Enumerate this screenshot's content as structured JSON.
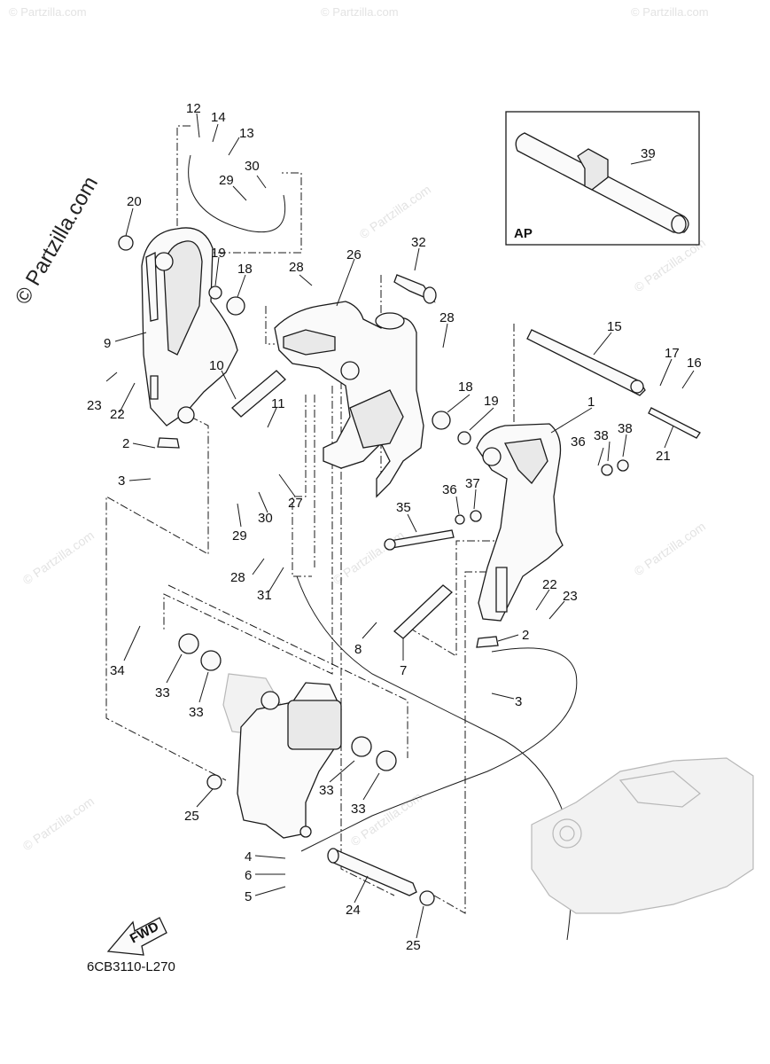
{
  "watermark": {
    "text": "© Partzilla.com",
    "large_text": "© Partzilla.com"
  },
  "diagram": {
    "code": "6CB3110-L270",
    "inset_label": "AP",
    "fwd_label": "FWD"
  },
  "callouts": [
    {
      "id": "c12",
      "num": "12"
    },
    {
      "id": "c14",
      "num": "14"
    },
    {
      "id": "c13",
      "num": "13"
    },
    {
      "id": "c30a",
      "num": "30"
    },
    {
      "id": "c29a",
      "num": "29"
    },
    {
      "id": "c20",
      "num": "20"
    },
    {
      "id": "c19a",
      "num": "19"
    },
    {
      "id": "c18a",
      "num": "18"
    },
    {
      "id": "c28a",
      "num": "28"
    },
    {
      "id": "c26",
      "num": "26"
    },
    {
      "id": "c32",
      "num": "32"
    },
    {
      "id": "c28b",
      "num": "28"
    },
    {
      "id": "c9",
      "num": "9"
    },
    {
      "id": "c10",
      "num": "10"
    },
    {
      "id": "c23a",
      "num": "23"
    },
    {
      "id": "c22a",
      "num": "22"
    },
    {
      "id": "c11",
      "num": "11"
    },
    {
      "id": "c2a",
      "num": "2"
    },
    {
      "id": "c3a",
      "num": "3"
    },
    {
      "id": "c15",
      "num": "15"
    },
    {
      "id": "c17",
      "num": "17"
    },
    {
      "id": "c16",
      "num": "16"
    },
    {
      "id": "c1",
      "num": "1"
    },
    {
      "id": "c18b",
      "num": "18"
    },
    {
      "id": "c19b",
      "num": "19"
    },
    {
      "id": "c36a",
      "num": "36"
    },
    {
      "id": "c38a",
      "num": "38"
    },
    {
      "id": "c38b",
      "num": "38"
    },
    {
      "id": "c21",
      "num": "21"
    },
    {
      "id": "c27",
      "num": "27"
    },
    {
      "id": "c30b",
      "num": "30"
    },
    {
      "id": "c29b",
      "num": "29"
    },
    {
      "id": "c36b",
      "num": "36"
    },
    {
      "id": "c37",
      "num": "37"
    },
    {
      "id": "c35",
      "num": "35"
    },
    {
      "id": "c28c",
      "num": "28"
    },
    {
      "id": "c31",
      "num": "31"
    },
    {
      "id": "c22b",
      "num": "22"
    },
    {
      "id": "c23b",
      "num": "23"
    },
    {
      "id": "c8",
      "num": "8"
    },
    {
      "id": "c7",
      "num": "7"
    },
    {
      "id": "c2b",
      "num": "2"
    },
    {
      "id": "c3b",
      "num": "3"
    },
    {
      "id": "c34",
      "num": "34"
    },
    {
      "id": "c33a",
      "num": "33"
    },
    {
      "id": "c33b",
      "num": "33"
    },
    {
      "id": "c33c",
      "num": "33"
    },
    {
      "id": "c33d",
      "num": "33"
    },
    {
      "id": "c25a",
      "num": "25"
    },
    {
      "id": "c4",
      "num": "4"
    },
    {
      "id": "c6",
      "num": "6"
    },
    {
      "id": "c5",
      "num": "5"
    },
    {
      "id": "c24",
      "num": "24"
    },
    {
      "id": "c25b",
      "num": "25"
    },
    {
      "id": "c39",
      "num": "39"
    }
  ]
}
